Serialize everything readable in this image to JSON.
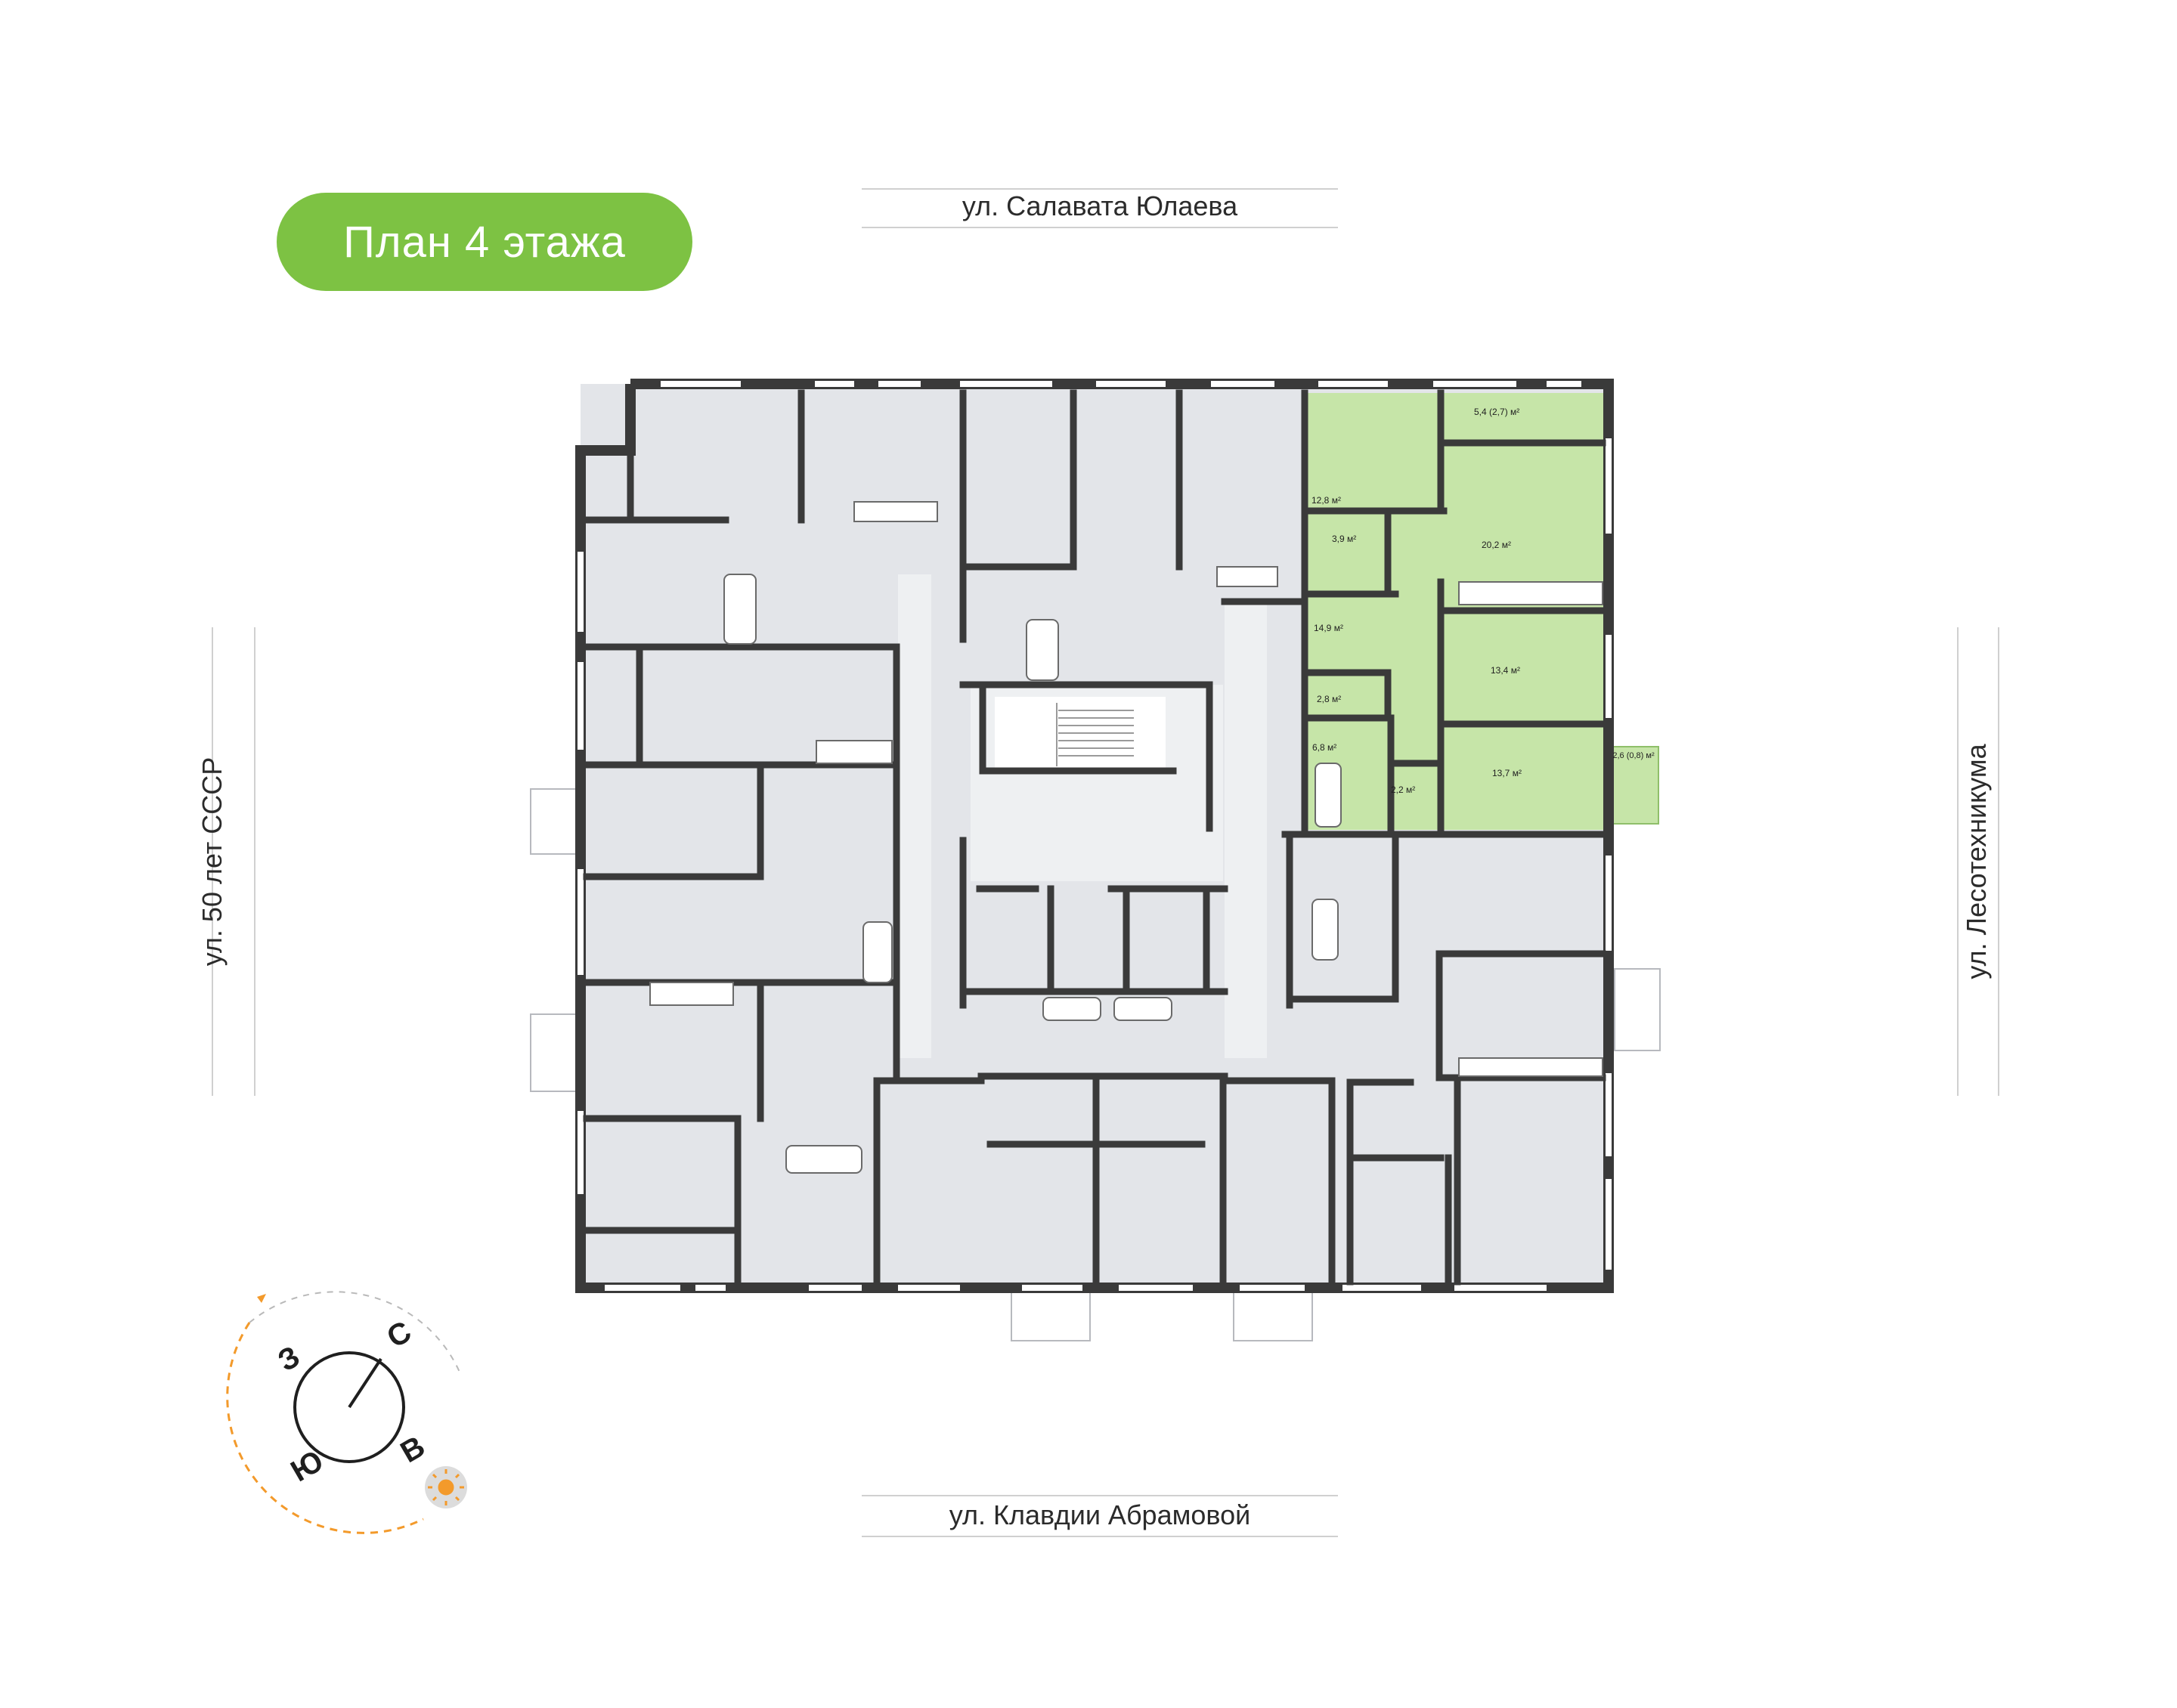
{
  "header": {
    "title": "План 4 этажа"
  },
  "streets": {
    "top": "ул. Салавата Юлаева",
    "bottom": "ул. Клавдии Абрамовой",
    "left": "ул. 50 лет СССР",
    "right": "ул. Лесотехникума"
  },
  "apartment": {
    "rooms": [
      {
        "id": "r1",
        "label": "12,8 м²"
      },
      {
        "id": "r2",
        "label": "5,4 (2,7) м²"
      },
      {
        "id": "r3",
        "label": "3,9 м²"
      },
      {
        "id": "r4",
        "label": "20,2 м²"
      },
      {
        "id": "r5",
        "label": "14,9 м²"
      },
      {
        "id": "r6",
        "label": "13,4 м²"
      },
      {
        "id": "r7",
        "label": "2,8 м²"
      },
      {
        "id": "r8",
        "label": "6,8 м²"
      },
      {
        "id": "r9",
        "label": "2,2 м²"
      },
      {
        "id": "r10",
        "label": "13,7 м²"
      },
      {
        "id": "r11",
        "label": "2,6 (0,8) м²"
      }
    ]
  },
  "compass": {
    "north": "С",
    "south": "Ю",
    "east": "В",
    "west": "З"
  },
  "colors": {
    "accent": "#7dc243",
    "apartment_fill": "#c6e5a8",
    "room_fill": "#e3e5e9",
    "wall": "#3a3a3a",
    "sun_orange": "#f39a2b"
  },
  "icons": {
    "sun": "sun-icon",
    "compass_arrow": "compass-needle-icon"
  }
}
